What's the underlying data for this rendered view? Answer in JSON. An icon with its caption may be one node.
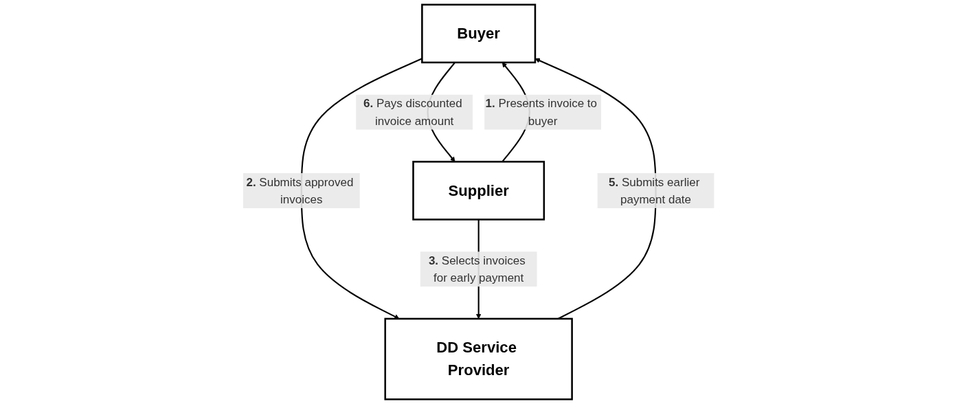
{
  "diagram": {
    "nodes": [
      {
        "text": [
          "Buyer"
        ]
      },
      {
        "text": [
          "Supplier"
        ]
      },
      {
        "text": [
          "DD Service Provider"
        ]
      }
    ],
    "edges": [
      {
        "from": 0,
        "to": 1,
        "arrow": "to",
        "label": "**6.** Pays discounted invoice amount"
      },
      {
        "from": 1,
        "to": 0,
        "arrow": "to",
        "label": "**1.** Presents invoice to buyer"
      },
      {
        "from": 0,
        "to": 2,
        "arrow": "to",
        "label": "**2.** Submits approved invoices"
      },
      {
        "from": 1,
        "to": 2,
        "arrow": "to",
        "label": "**3.** Selects invoices for early payment"
      },
      {
        "from": 2,
        "to": 0,
        "arrow": "to",
        "label": "**5.** Submits earlier payment date"
      }
    ]
  }
}
